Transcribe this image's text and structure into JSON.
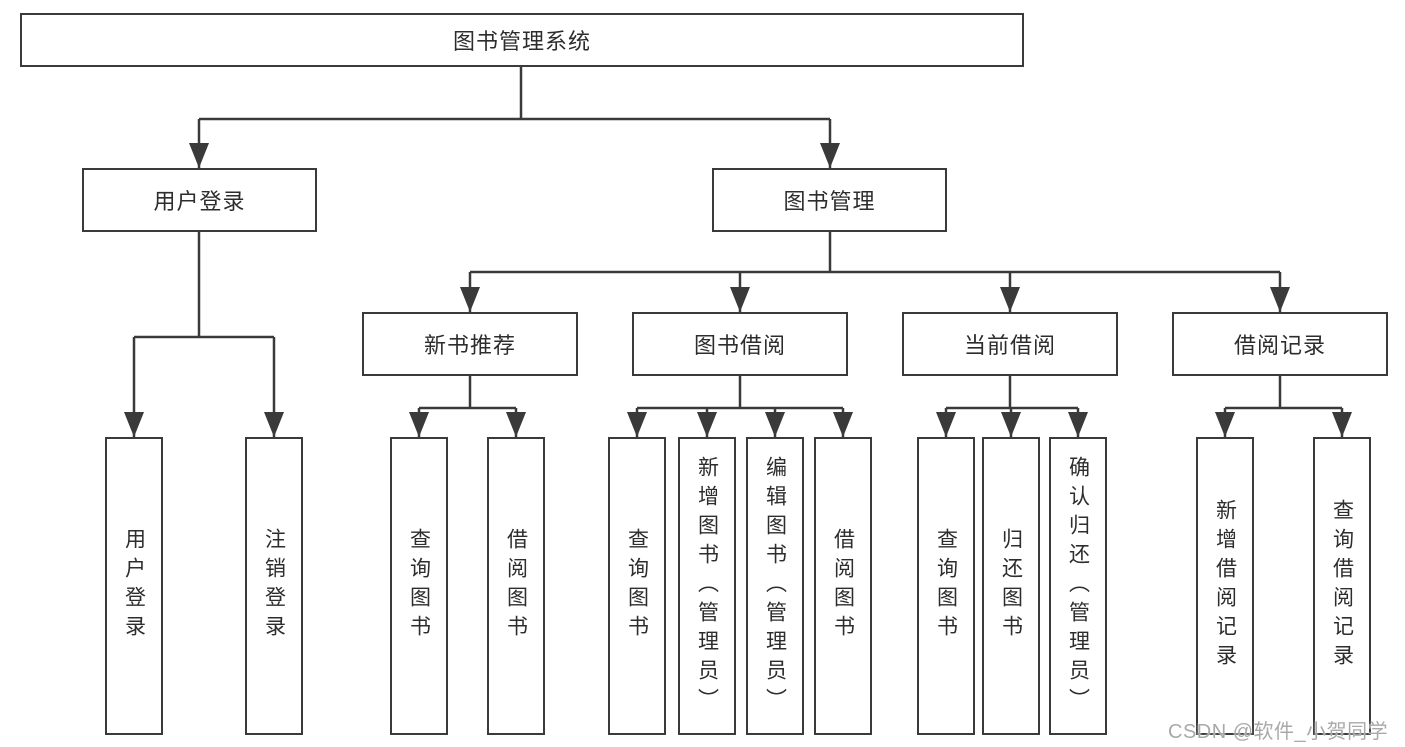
{
  "nodes": {
    "root": "图书管理系统",
    "user_login": "用户登录",
    "book_mgmt": "图书管理",
    "new_book_rec": "新书推荐",
    "book_borrow": "图书借阅",
    "current_borrow": "当前借阅",
    "borrow_records": "借阅记录",
    "leaves": {
      "user_login": "用户登录",
      "logout": "注销登录",
      "rec_query_books": "查询图书",
      "rec_borrow_books": "借阅图书",
      "borrow_query_books": "查询图书",
      "borrow_add_books": "新增图书（管理员）",
      "borrow_edit_books": "编辑图书（管理员）",
      "borrow_borrow_books": "借阅图书",
      "current_query_books": "查询图书",
      "current_return_books": "归还图书",
      "current_confirm_return": "确认归还（管理员）",
      "records_add_record": "新增借阅记录",
      "records_query_record": "查询借阅记录"
    }
  },
  "watermark": "CSDN @软件_小贺同学",
  "colors": {
    "line": "#3a3a3a",
    "text": "#2d2d2d",
    "background": "#ffffff",
    "watermark": "#a9a9a9"
  }
}
